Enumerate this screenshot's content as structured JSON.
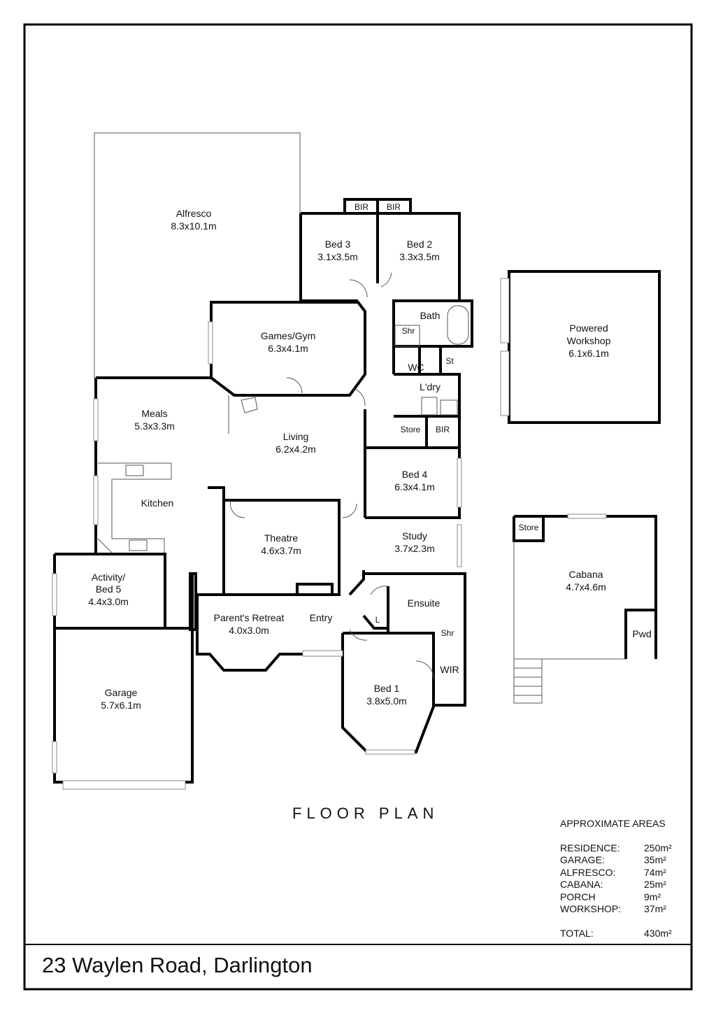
{
  "title": "23 Waylen Road, Darlington",
  "heading": "FLOOR PLAN",
  "areas": {
    "heading": "APPROXIMATE AREAS",
    "rows": [
      {
        "label": "RESIDENCE:",
        "value": "250m²"
      },
      {
        "label": "GARAGE:",
        "value": "35m²"
      },
      {
        "label": "ALFRESCO:",
        "value": "74m²"
      },
      {
        "label": "CABANA:",
        "value": "25m²"
      },
      {
        "label": "PORCH",
        "value": "9m²"
      },
      {
        "label": "WORKSHOP:",
        "value": "37m²"
      }
    ],
    "total_label": "TOTAL:",
    "total_value": "430m²"
  },
  "rooms": {
    "alfresco": {
      "name": "Alfresco",
      "size": "8.3x10.1m"
    },
    "bed3": {
      "name": "Bed 3",
      "size": "3.1x3.5m"
    },
    "bed2": {
      "name": "Bed 2",
      "size": "3.3x3.5m"
    },
    "bir1": "BIR",
    "bir2": "BIR",
    "bir3": "BIR",
    "bath": "Bath",
    "shr1": "Shr",
    "wc": "WC",
    "st": "St",
    "ldry": "L'dry",
    "store1": "Store",
    "games": {
      "name": "Games/Gym",
      "size": "6.3x4.1m"
    },
    "meals": {
      "name": "Meals",
      "size": "5.3x3.3m"
    },
    "living": {
      "name": "Living",
      "size": "6.2x4.2m"
    },
    "kitchen": "Kitchen",
    "bed4": {
      "name": "Bed 4",
      "size": "6.3x4.1m"
    },
    "study": {
      "name": "Study",
      "size": "3.7x2.3m"
    },
    "theatre": {
      "name": "Theatre",
      "size": "4.6x3.7m"
    },
    "activity": {
      "name1": "Activity/",
      "name2": "Bed 5",
      "size": "4.4x3.0m"
    },
    "retreat": {
      "name": "Parent's Retreat",
      "size": "4.0x3.0m"
    },
    "entry": "Entry",
    "ensuite": "Ensuite",
    "l": "L",
    "shr2": "Shr",
    "wir": "WIR",
    "bed1": {
      "name": "Bed 1",
      "size": "3.8x5.0m"
    },
    "garage": {
      "name": "Garage",
      "size": "5.7x6.1m"
    },
    "workshop": {
      "name1": "Powered",
      "name2": "Workshop",
      "size": "6.1x6.1m"
    },
    "cabana": {
      "name": "Cabana",
      "size": "4.7x4.6m"
    },
    "store2": "Store",
    "pwd": "Pwd"
  }
}
